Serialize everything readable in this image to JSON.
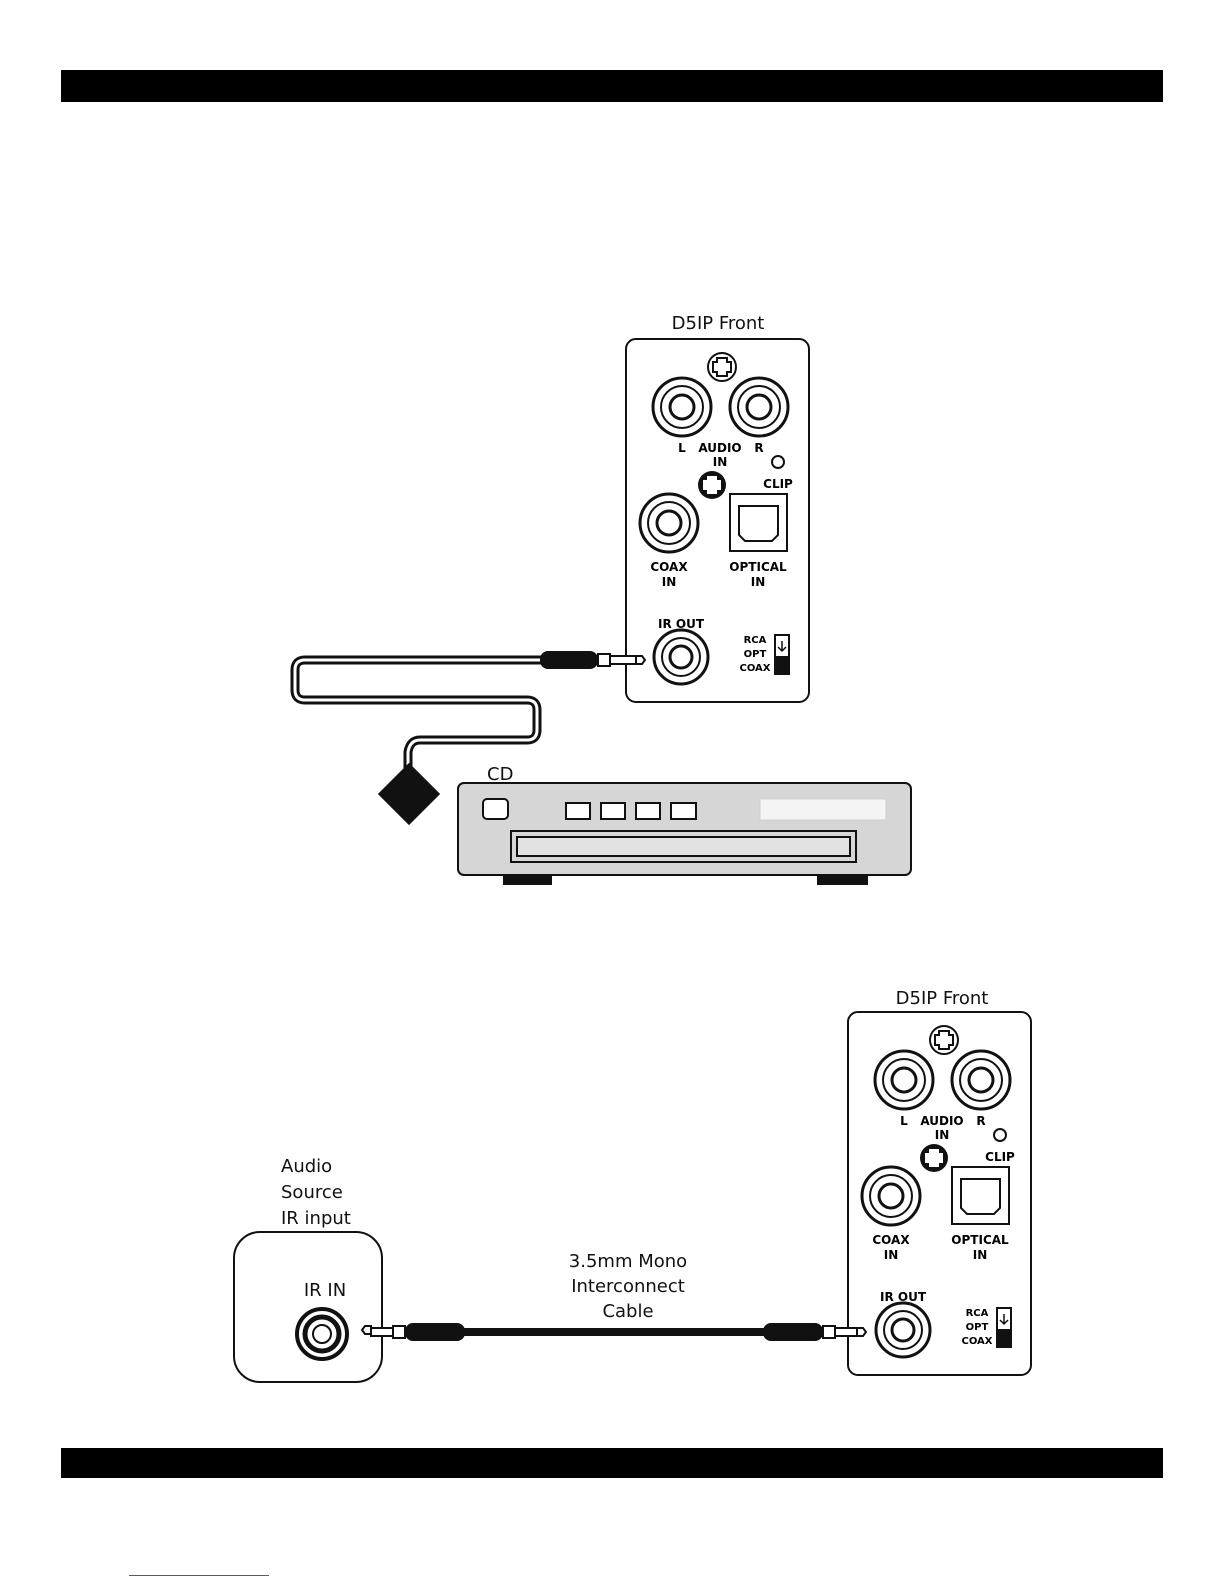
{
  "diagram1": {
    "panel_title": "D5IP Front",
    "device_label": "CD"
  },
  "diagram2": {
    "panel_title": "D5IP Front",
    "source_label_lines": [
      "Audio",
      "Source",
      "IR input"
    ],
    "source_jack_label": "IR IN",
    "cable_label_lines": [
      "3.5mm Mono",
      "Interconnect",
      "Cable"
    ]
  },
  "panel": {
    "left_label": "L",
    "audio_label": "AUDIO",
    "in_label": "IN",
    "right_label": "R",
    "clip_label": "CLIP",
    "coax_label": "COAX",
    "optical_label": "OPTICAL",
    "ir_out_label": "IR  OUT",
    "switch_labels": [
      "RCA",
      "OPT",
      "COAX"
    ]
  },
  "colors": {
    "bars": "#000000",
    "device_body": "#d6d6d6",
    "link_underline": "#2b5bd7"
  }
}
